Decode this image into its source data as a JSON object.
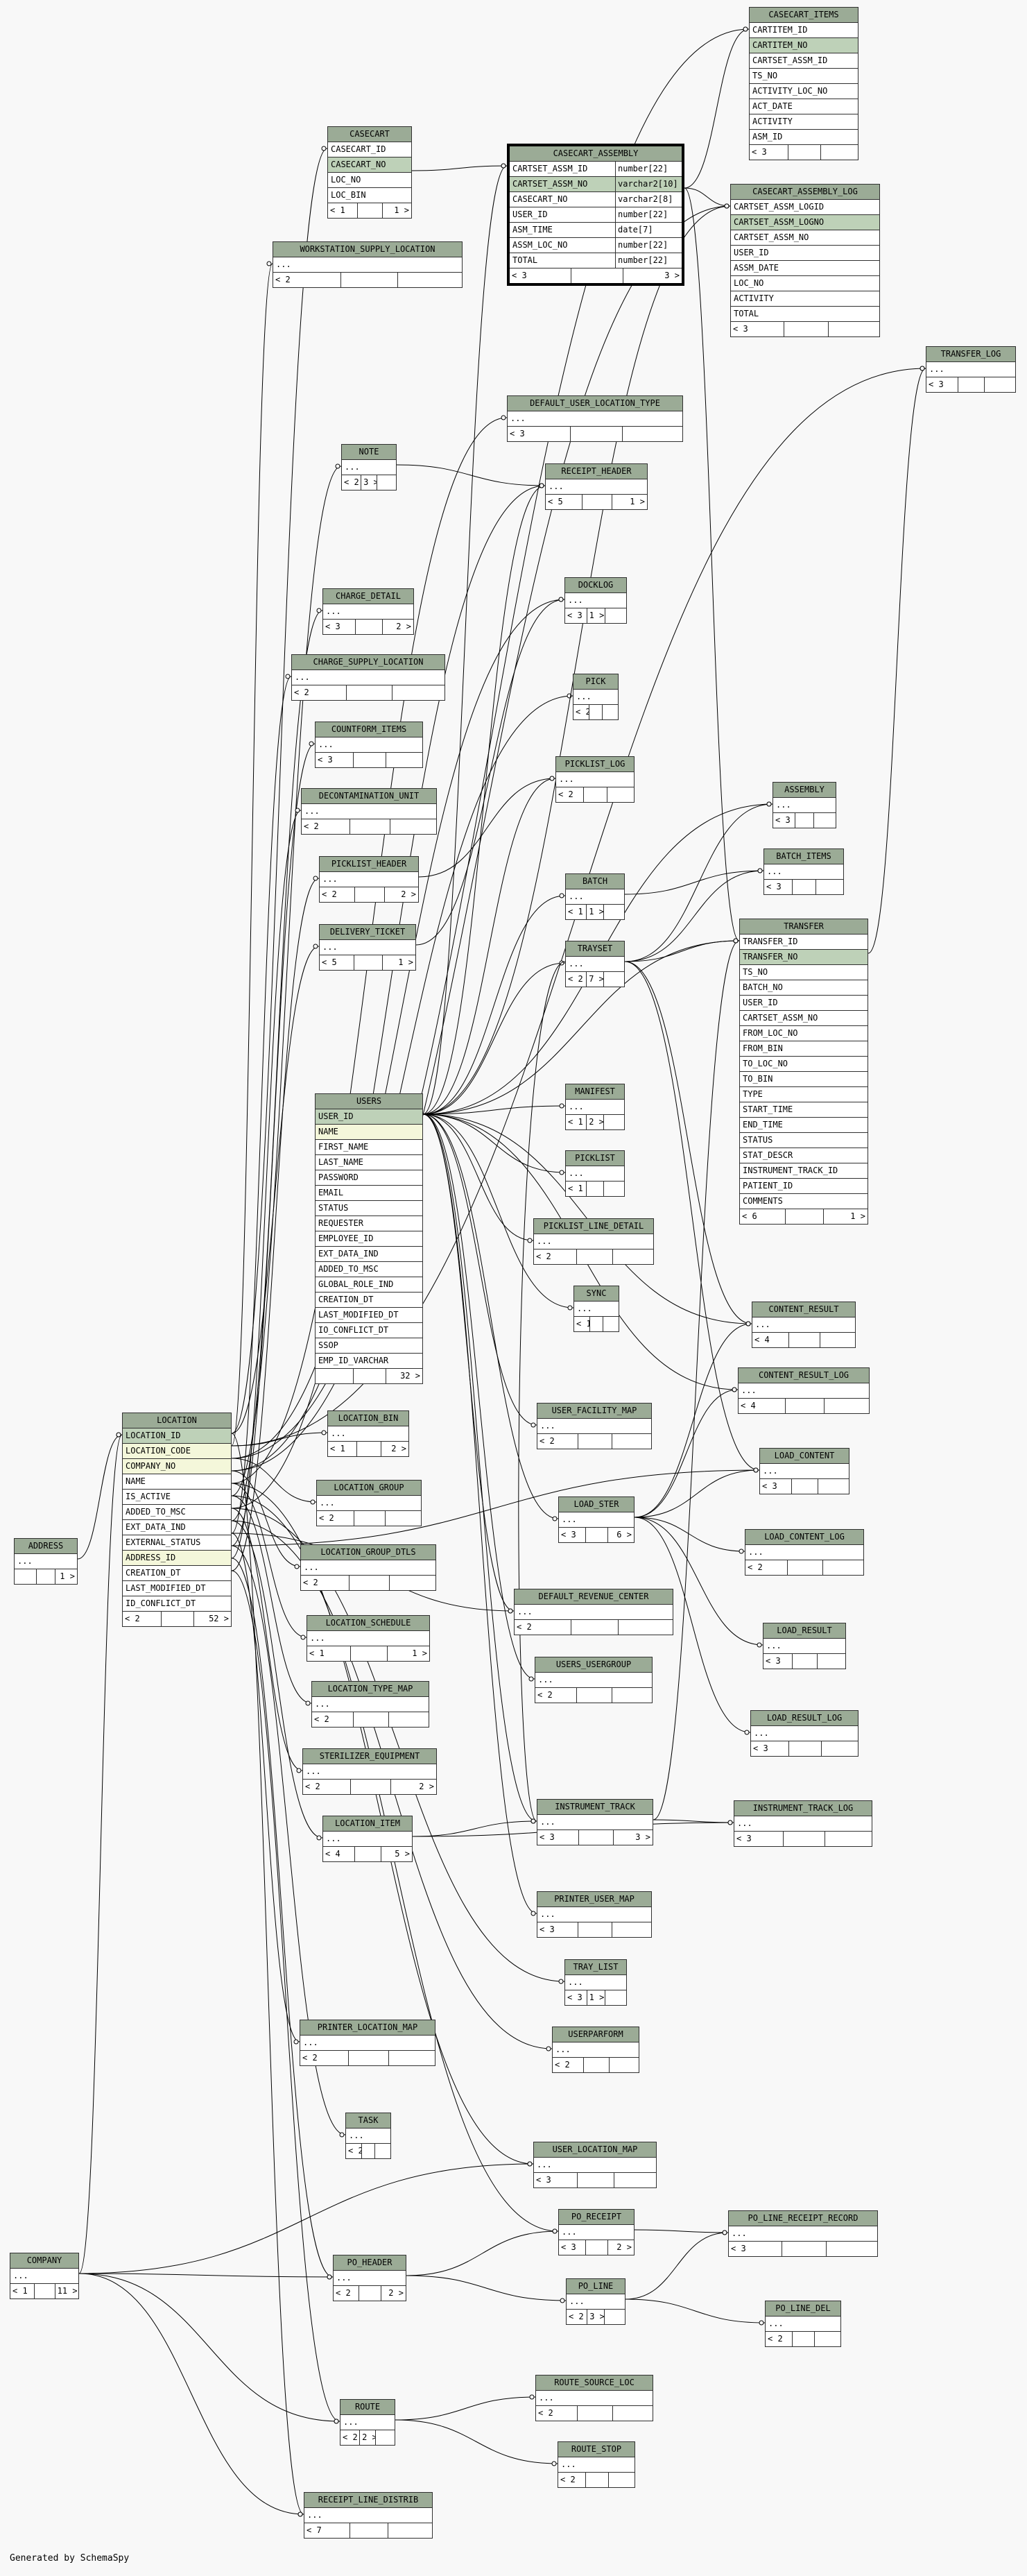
{
  "colors": {
    "header": "#9bab96",
    "primary_key": "#bed1b8",
    "foreign_key": "#f4f7da",
    "border": "#303030",
    "background": "#f8f8f8"
  },
  "footer_text": "Generated by SchemaSpy",
  "tables": [
    {
      "id": "casecart_items",
      "name": "CASECART_ITEMS",
      "columns": [
        {
          "name": "CARTITEM_ID"
        },
        {
          "name": "CARTITEM_NO",
          "key": "pk"
        },
        {
          "name": "CARTSET_ASSM_ID"
        },
        {
          "name": "TS_NO"
        },
        {
          "name": "ACTIVITY_LOC_NO"
        },
        {
          "name": "ACT_DATE"
        },
        {
          "name": "ACTIVITY"
        },
        {
          "name": "ASM_ID"
        }
      ],
      "footer": [
        "< 3",
        "",
        ""
      ]
    },
    {
      "id": "casecart",
      "name": "CASECART",
      "columns": [
        {
          "name": "CASECART_ID"
        },
        {
          "name": "CASECART_NO",
          "key": "pk"
        },
        {
          "name": "LOC_NO"
        },
        {
          "name": "LOC_BIN"
        }
      ],
      "footer": [
        "< 1",
        "",
        "1 >"
      ]
    },
    {
      "id": "casecart_assembly",
      "name": "CASECART_ASSEMBLY",
      "selected": true,
      "columns": [
        {
          "name": "CARTSET_ASSM_ID",
          "type": "number[22]"
        },
        {
          "name": "CARTSET_ASSM_NO",
          "type": "varchar2[10]",
          "key": "pk"
        },
        {
          "name": "CASECART_NO",
          "type": "varchar2[8]"
        },
        {
          "name": "USER_ID",
          "type": "number[22]"
        },
        {
          "name": "ASM_TIME",
          "type": "date[7]"
        },
        {
          "name": "ASSM_LOC_NO",
          "type": "number[22]"
        },
        {
          "name": "TOTAL",
          "type": "number[22]"
        }
      ],
      "footer": [
        "< 3",
        "",
        "3 >"
      ]
    },
    {
      "id": "casecart_assembly_log",
      "name": "CASECART_ASSEMBLY_LOG",
      "columns": [
        {
          "name": "CARTSET_ASSM_LOGID"
        },
        {
          "name": "CARTSET_ASSM_LOGNO",
          "key": "pk"
        },
        {
          "name": "CARTSET_ASSM_NO"
        },
        {
          "name": "USER_ID"
        },
        {
          "name": "ASSM_DATE"
        },
        {
          "name": "LOC_NO"
        },
        {
          "name": "ACTIVITY"
        },
        {
          "name": "TOTAL"
        }
      ],
      "footer": [
        "< 3",
        "",
        ""
      ]
    },
    {
      "id": "workstation_supply_location",
      "name": "WORKSTATION_SUPPLY_LOCATION",
      "columns": [
        {
          "name": "..."
        }
      ],
      "footer": [
        "< 2",
        "",
        ""
      ]
    },
    {
      "id": "transfer_log",
      "name": "TRANSFER_LOG",
      "columns": [
        {
          "name": "..."
        }
      ],
      "footer": [
        "< 3",
        "",
        ""
      ]
    },
    {
      "id": "default_user_location_type",
      "name": "DEFAULT_USER_LOCATION_TYPE",
      "columns": [
        {
          "name": "..."
        }
      ],
      "footer": [
        "< 3",
        "",
        ""
      ]
    },
    {
      "id": "note",
      "name": "NOTE",
      "columns": [
        {
          "name": "..."
        }
      ],
      "footer": [
        "< 2",
        "3 >",
        ""
      ]
    },
    {
      "id": "receipt_header",
      "name": "RECEIPT_HEADER",
      "columns": [
        {
          "name": "..."
        }
      ],
      "footer": [
        "< 5",
        "",
        "1 >"
      ]
    },
    {
      "id": "docklog",
      "name": "DOCKLOG",
      "columns": [
        {
          "name": "..."
        }
      ],
      "footer": [
        "< 3",
        "1 >",
        ""
      ]
    },
    {
      "id": "charge_detail",
      "name": "CHARGE_DETAIL",
      "columns": [
        {
          "name": "..."
        }
      ],
      "footer": [
        "< 3",
        "",
        "2 >"
      ]
    },
    {
      "id": "charge_supply_location",
      "name": "CHARGE_SUPPLY_LOCATION",
      "columns": [
        {
          "name": "..."
        }
      ],
      "footer": [
        "< 2",
        "",
        ""
      ]
    },
    {
      "id": "pick",
      "name": "PICK",
      "columns": [
        {
          "name": "..."
        }
      ],
      "footer": [
        "< 2",
        "",
        ""
      ]
    },
    {
      "id": "countform_items",
      "name": "COUNTFORM_ITEMS",
      "columns": [
        {
          "name": "..."
        }
      ],
      "footer": [
        "< 3",
        "",
        ""
      ]
    },
    {
      "id": "picklist_log",
      "name": "PICKLIST_LOG",
      "columns": [
        {
          "name": "..."
        }
      ],
      "footer": [
        "< 2",
        "",
        ""
      ]
    },
    {
      "id": "assembly",
      "name": "ASSEMBLY",
      "columns": [
        {
          "name": "..."
        }
      ],
      "footer": [
        "< 3",
        "",
        ""
      ]
    },
    {
      "id": "decontamination_unit",
      "name": "DECONTAMINATION_UNIT",
      "columns": [
        {
          "name": "..."
        }
      ],
      "footer": [
        "< 2",
        "",
        ""
      ]
    },
    {
      "id": "batch_items",
      "name": "BATCH_ITEMS",
      "columns": [
        {
          "name": "..."
        }
      ],
      "footer": [
        "< 3",
        "",
        ""
      ]
    },
    {
      "id": "picklist_header",
      "name": "PICKLIST_HEADER",
      "columns": [
        {
          "name": "..."
        }
      ],
      "footer": [
        "< 2",
        "",
        "2 >"
      ]
    },
    {
      "id": "batch",
      "name": "BATCH",
      "columns": [
        {
          "name": "..."
        }
      ],
      "footer": [
        "< 1",
        "1 >",
        ""
      ]
    },
    {
      "id": "transfer",
      "name": "TRANSFER",
      "columns": [
        {
          "name": "TRANSFER_ID"
        },
        {
          "name": "TRANSFER_NO",
          "key": "pk"
        },
        {
          "name": "TS_NO"
        },
        {
          "name": "BATCH_NO"
        },
        {
          "name": "USER_ID"
        },
        {
          "name": "CARTSET_ASSM_NO"
        },
        {
          "name": "FROM_LOC_NO"
        },
        {
          "name": "FROM_BIN"
        },
        {
          "name": "TO_LOC_NO"
        },
        {
          "name": "TO_BIN"
        },
        {
          "name": "TYPE"
        },
        {
          "name": "START_TIME"
        },
        {
          "name": "END_TIME"
        },
        {
          "name": "STATUS"
        },
        {
          "name": "STAT_DESCR"
        },
        {
          "name": "INSTRUMENT_TRACK_ID"
        },
        {
          "name": "PATIENT_ID"
        },
        {
          "name": "COMMENTS"
        }
      ],
      "footer": [
        "< 6",
        "",
        "1 >"
      ]
    },
    {
      "id": "delivery_ticket",
      "name": "DELIVERY_TICKET",
      "columns": [
        {
          "name": "..."
        }
      ],
      "footer": [
        "< 5",
        "",
        "1 >"
      ]
    },
    {
      "id": "trayset",
      "name": "TRAYSET",
      "columns": [
        {
          "name": "..."
        }
      ],
      "footer": [
        "< 2",
        "7 >",
        ""
      ]
    },
    {
      "id": "users",
      "name": "USERS",
      "columns": [
        {
          "name": "USER_ID",
          "key": "pk"
        },
        {
          "name": "NAME",
          "key": "fk"
        },
        {
          "name": "FIRST_NAME"
        },
        {
          "name": "LAST_NAME"
        },
        {
          "name": "PASSWORD"
        },
        {
          "name": "EMAIL"
        },
        {
          "name": "STATUS"
        },
        {
          "name": "REQUESTER"
        },
        {
          "name": "EMPLOYEE_ID"
        },
        {
          "name": "EXT_DATA_IND"
        },
        {
          "name": "ADDED_TO_MSC"
        },
        {
          "name": "GLOBAL_ROLE_IND"
        },
        {
          "name": "CREATION_DT"
        },
        {
          "name": "LAST_MODIFIED_DT"
        },
        {
          "name": "IO_CONFLICT_DT"
        },
        {
          "name": "SSOP"
        },
        {
          "name": "EMP_ID_VARCHAR"
        }
      ],
      "footer": [
        "",
        "",
        "32 >"
      ]
    },
    {
      "id": "manifest",
      "name": "MANIFEST",
      "columns": [
        {
          "name": "..."
        }
      ],
      "footer": [
        "< 1",
        "2 >",
        ""
      ]
    },
    {
      "id": "picklist",
      "name": "PICKLIST",
      "columns": [
        {
          "name": "..."
        }
      ],
      "footer": [
        "< 1",
        "",
        ""
      ]
    },
    {
      "id": "picklist_line_detail",
      "name": "PICKLIST_LINE_DETAIL",
      "columns": [
        {
          "name": "..."
        }
      ],
      "footer": [
        "< 2",
        "",
        ""
      ]
    },
    {
      "id": "sync",
      "name": "SYNC",
      "columns": [
        {
          "name": "..."
        }
      ],
      "footer": [
        "< 1",
        "",
        ""
      ]
    },
    {
      "id": "content_result",
      "name": "CONTENT_RESULT",
      "columns": [
        {
          "name": "..."
        }
      ],
      "footer": [
        "< 4",
        "",
        ""
      ]
    },
    {
      "id": "content_result_log",
      "name": "CONTENT_RESULT_LOG",
      "columns": [
        {
          "name": "..."
        }
      ],
      "footer": [
        "< 4",
        "",
        ""
      ]
    },
    {
      "id": "location",
      "name": "LOCATION",
      "columns": [
        {
          "name": "LOCATION_ID",
          "key": "pk"
        },
        {
          "name": "LOCATION_CODE",
          "key": "fk"
        },
        {
          "name": "COMPANY_NO",
          "key": "fk"
        },
        {
          "name": "NAME"
        },
        {
          "name": "IS_ACTIVE"
        },
        {
          "name": "ADDED_TO_MSC"
        },
        {
          "name": "EXT_DATA_IND"
        },
        {
          "name": "EXTERNAL_STATUS"
        },
        {
          "name": "ADDRESS_ID",
          "key": "fk"
        },
        {
          "name": "CREATION_DT"
        },
        {
          "name": "LAST_MODIFIED_DT"
        },
        {
          "name": "ID_CONFLICT_DT"
        }
      ],
      "footer": [
        "< 2",
        "",
        "52 >"
      ]
    },
    {
      "id": "location_bin",
      "name": "LOCATION_BIN",
      "columns": [
        {
          "name": "..."
        }
      ],
      "footer": [
        "< 1",
        "",
        "2 >"
      ]
    },
    {
      "id": "user_facility_map",
      "name": "USER_FACILITY_MAP",
      "columns": [
        {
          "name": "..."
        }
      ],
      "footer": [
        "< 2",
        "",
        ""
      ]
    },
    {
      "id": "load_content",
      "name": "LOAD_CONTENT",
      "columns": [
        {
          "name": "..."
        }
      ],
      "footer": [
        "< 3",
        "",
        ""
      ]
    },
    {
      "id": "location_group",
      "name": "LOCATION_GROUP",
      "columns": [
        {
          "name": "..."
        }
      ],
      "footer": [
        "< 2",
        "",
        ""
      ]
    },
    {
      "id": "load_ster",
      "name": "LOAD_STER",
      "columns": [
        {
          "name": "..."
        }
      ],
      "footer": [
        "< 3",
        "",
        "6 >"
      ]
    },
    {
      "id": "address",
      "name": "ADDRESS",
      "columns": [
        {
          "name": "..."
        }
      ],
      "footer": [
        "",
        "",
        "1 >"
      ]
    },
    {
      "id": "location_group_dtls",
      "name": "LOCATION_GROUP_DTLS",
      "columns": [
        {
          "name": "..."
        }
      ],
      "footer": [
        "< 2",
        "",
        ""
      ]
    },
    {
      "id": "load_content_log",
      "name": "LOAD_CONTENT_LOG",
      "columns": [
        {
          "name": "..."
        }
      ],
      "footer": [
        "< 2",
        "",
        ""
      ]
    },
    {
      "id": "default_revenue_center",
      "name": "DEFAULT_REVENUE_CENTER",
      "columns": [
        {
          "name": "..."
        }
      ],
      "footer": [
        "< 2",
        "",
        ""
      ]
    },
    {
      "id": "location_schedule",
      "name": "LOCATION_SCHEDULE",
      "columns": [
        {
          "name": "..."
        }
      ],
      "footer": [
        "< 1",
        "",
        "1 >"
      ]
    },
    {
      "id": "load_result",
      "name": "LOAD_RESULT",
      "columns": [
        {
          "name": "..."
        }
      ],
      "footer": [
        "< 3",
        "",
        ""
      ]
    },
    {
      "id": "users_usergroup",
      "name": "USERS_USERGROUP",
      "columns": [
        {
          "name": "..."
        }
      ],
      "footer": [
        "< 2",
        "",
        ""
      ]
    },
    {
      "id": "location_type_map",
      "name": "LOCATION_TYPE_MAP",
      "columns": [
        {
          "name": "..."
        }
      ],
      "footer": [
        "< 2",
        "",
        ""
      ]
    },
    {
      "id": "load_result_log",
      "name": "LOAD_RESULT_LOG",
      "columns": [
        {
          "name": "..."
        }
      ],
      "footer": [
        "< 3",
        "",
        ""
      ]
    },
    {
      "id": "sterilizer_equipment",
      "name": "STERILIZER_EQUIPMENT",
      "columns": [
        {
          "name": "..."
        }
      ],
      "footer": [
        "< 2",
        "",
        "2 >"
      ]
    },
    {
      "id": "instrument_track",
      "name": "INSTRUMENT_TRACK",
      "columns": [
        {
          "name": "..."
        }
      ],
      "footer": [
        "< 3",
        "",
        "3 >"
      ]
    },
    {
      "id": "instrument_track_log",
      "name": "INSTRUMENT_TRACK_LOG",
      "columns": [
        {
          "name": "..."
        }
      ],
      "footer": [
        "< 3",
        "",
        ""
      ]
    },
    {
      "id": "location_item",
      "name": "LOCATION_ITEM",
      "columns": [
        {
          "name": "..."
        }
      ],
      "footer": [
        "< 4",
        "",
        "5 >"
      ]
    },
    {
      "id": "printer_user_map",
      "name": "PRINTER_USER_MAP",
      "columns": [
        {
          "name": "..."
        }
      ],
      "footer": [
        "< 3",
        "",
        ""
      ]
    },
    {
      "id": "tray_list",
      "name": "TRAY_LIST",
      "columns": [
        {
          "name": "..."
        }
      ],
      "footer": [
        "< 3",
        "1 >",
        ""
      ]
    },
    {
      "id": "printer_location_map",
      "name": "PRINTER_LOCATION_MAP",
      "columns": [
        {
          "name": "..."
        }
      ],
      "footer": [
        "< 2",
        "",
        ""
      ]
    },
    {
      "id": "userparform",
      "name": "USERPARFORM",
      "columns": [
        {
          "name": "..."
        }
      ],
      "footer": [
        "< 2",
        "",
        ""
      ]
    },
    {
      "id": "task",
      "name": "TASK",
      "columns": [
        {
          "name": "..."
        }
      ],
      "footer": [
        "< 2",
        "",
        ""
      ]
    },
    {
      "id": "user_location_map",
      "name": "USER_LOCATION_MAP",
      "columns": [
        {
          "name": "..."
        }
      ],
      "footer": [
        "< 3",
        "",
        ""
      ]
    },
    {
      "id": "company",
      "name": "COMPANY",
      "columns": [
        {
          "name": "..."
        }
      ],
      "footer": [
        "< 1",
        "",
        "11 >"
      ]
    },
    {
      "id": "po_receipt",
      "name": "PO_RECEIPT",
      "columns": [
        {
          "name": "..."
        }
      ],
      "footer": [
        "< 3",
        "",
        "2 >"
      ]
    },
    {
      "id": "po_line_receipt_record",
      "name": "PO_LINE_RECEIPT_RECORD",
      "columns": [
        {
          "name": "..."
        }
      ],
      "footer": [
        "< 3",
        "",
        ""
      ]
    },
    {
      "id": "po_header",
      "name": "PO_HEADER",
      "columns": [
        {
          "name": "..."
        }
      ],
      "footer": [
        "< 2",
        "",
        "2 >"
      ]
    },
    {
      "id": "po_line",
      "name": "PO_LINE",
      "columns": [
        {
          "name": "..."
        }
      ],
      "footer": [
        "< 2",
        "3 >",
        ""
      ]
    },
    {
      "id": "po_line_del",
      "name": "PO_LINE_DEL",
      "columns": [
        {
          "name": "..."
        }
      ],
      "footer": [
        "< 2",
        "",
        ""
      ]
    },
    {
      "id": "route_source_loc",
      "name": "ROUTE_SOURCE_LOC",
      "columns": [
        {
          "name": "..."
        }
      ],
      "footer": [
        "< 2",
        "",
        ""
      ]
    },
    {
      "id": "route",
      "name": "ROUTE",
      "columns": [
        {
          "name": "..."
        }
      ],
      "footer": [
        "< 2",
        "2 >",
        ""
      ]
    },
    {
      "id": "route_stop",
      "name": "ROUTE_STOP",
      "columns": [
        {
          "name": "..."
        }
      ],
      "footer": [
        "< 2",
        "",
        ""
      ]
    },
    {
      "id": "receipt_line_distrib",
      "name": "RECEIPT_LINE_DISTRIB",
      "columns": [
        {
          "name": "..."
        }
      ],
      "footer": [
        "< 7",
        "",
        ""
      ]
    }
  ]
}
